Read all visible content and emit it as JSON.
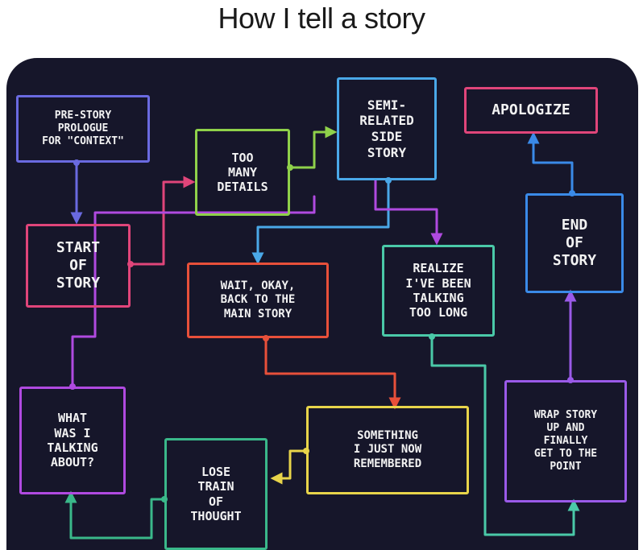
{
  "title": "How I tell a story",
  "nodes": {
    "pre_story": {
      "text": "PRE-STORY\nPROLOGUE\nFOR \"CONTEXT\"",
      "color": "#6a6ae0"
    },
    "start": {
      "text": "START\nOF\nSTORY",
      "color": "#e0457a"
    },
    "too_many": {
      "text": "TOO\nMANY\nDETAILS",
      "color": "#8fd14a"
    },
    "semi": {
      "text": "SEMI-\nRELATED\nSIDE\nSTORY",
      "color": "#4aa8e8"
    },
    "apologize": {
      "text": "APOLOGIZE",
      "color": "#e0457a"
    },
    "wait": {
      "text": "WAIT, OKAY,\nBACK TO THE\nMAIN STORY",
      "color": "#e8503a"
    },
    "realize": {
      "text": "REALIZE\nI'VE BEEN\nTALKING\nTOO LONG",
      "color": "#4ac9a8"
    },
    "end": {
      "text": "END\nOF\nSTORY",
      "color": "#3a8ae8"
    },
    "what": {
      "text": "WHAT\nWAS I\nTALKING\nABOUT?",
      "color": "#b04ae0"
    },
    "something": {
      "text": "SOMETHING\nI JUST NOW\nREMEMBERED",
      "color": "#e8d44a"
    },
    "lose": {
      "text": "LOSE\nTRAIN\nOF\nTHOUGHT",
      "color": "#3ab88a"
    },
    "wrap": {
      "text": "WRAP STORY\nUP AND\nFINALLY\nGET TO THE\nPOINT",
      "color": "#9a5ae8"
    }
  }
}
